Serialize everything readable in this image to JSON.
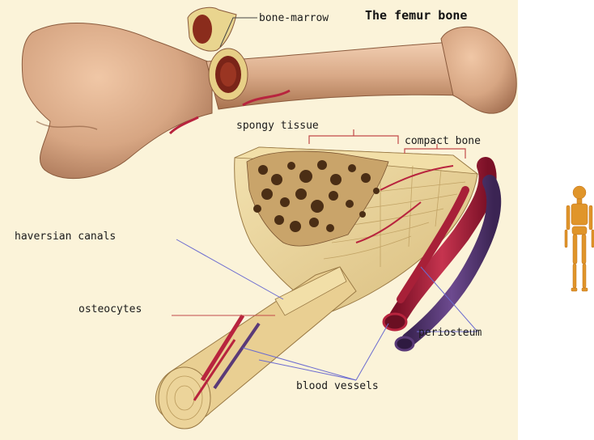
{
  "title": "The femur bone",
  "labels": {
    "bone_marrow": "bone-marrow",
    "spongy_tissue": "spongy tissue",
    "compact_bone": "compact bone",
    "haversian_canals": "haversian canals",
    "osteocytes": "osteocytes",
    "periosteum": "periosteum",
    "blood_vessels": "blood vessels"
  },
  "colors": {
    "background": "#fbf3d9",
    "bone": "#d7a683",
    "bone_shadow": "#9e6a4c",
    "compact": "#ead49c",
    "spongy": "#5a3a1f",
    "artery": "#b8243e",
    "vein": "#5a3a78",
    "leader": "#6b6bd0",
    "bracket": "#c24a4a"
  }
}
